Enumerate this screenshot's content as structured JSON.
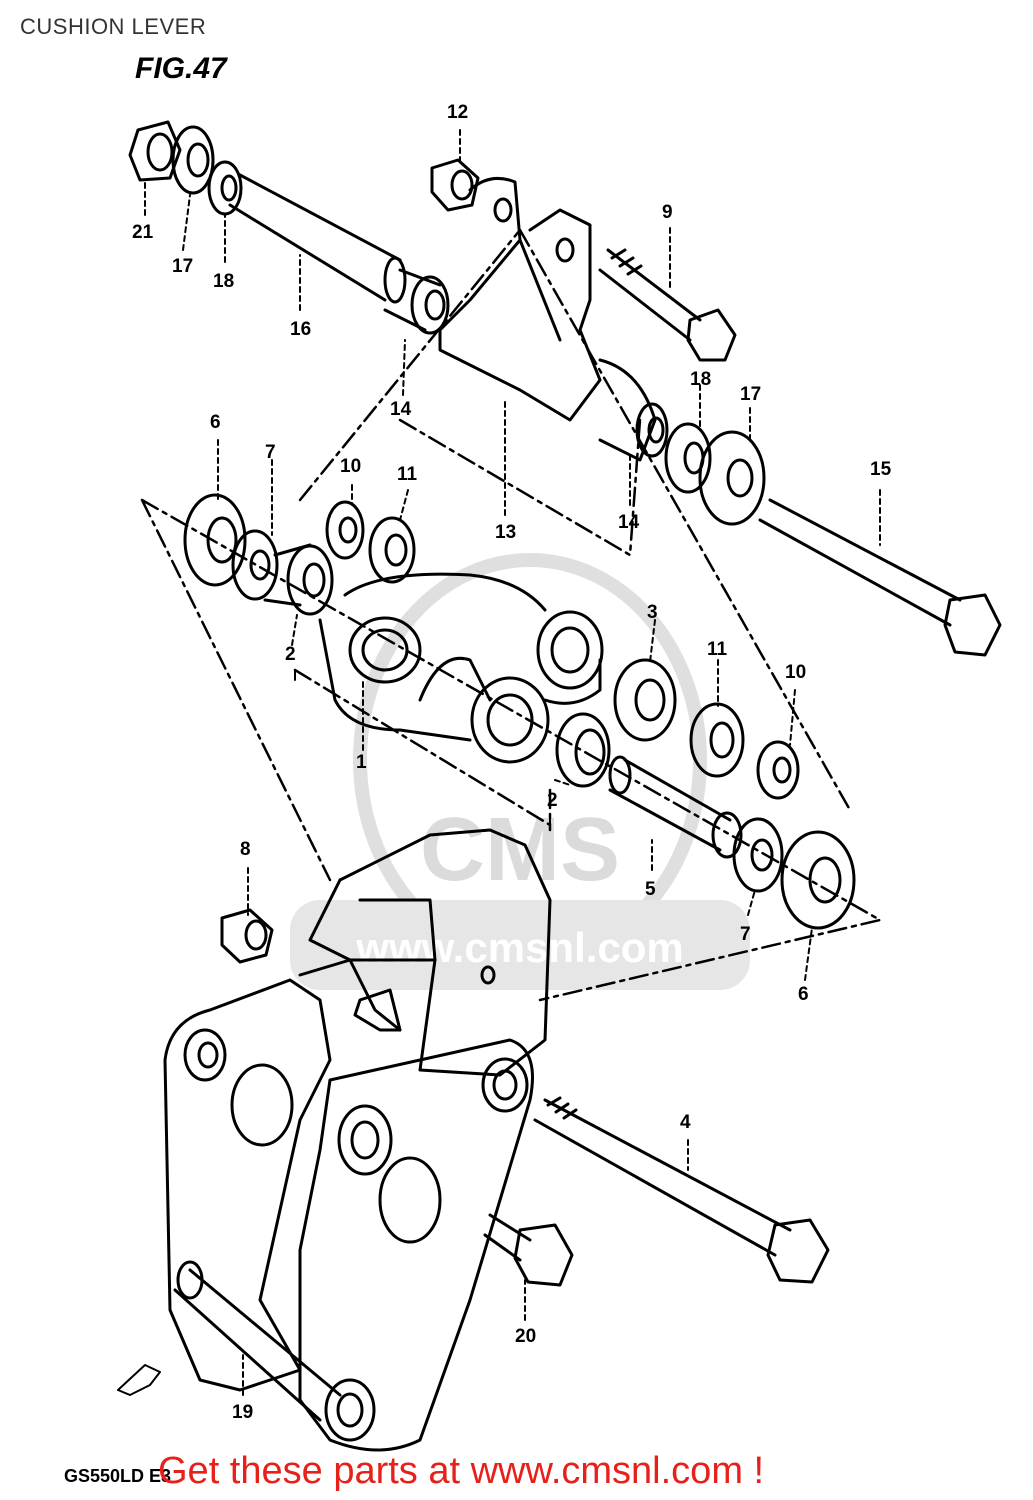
{
  "page": {
    "title": "CUSHION LEVER"
  },
  "figure": {
    "label": "FIG.47",
    "model_code": "GS550LD E3",
    "watermark_text": "www.cmsnl.com",
    "watermark_logo": "CMS"
  },
  "promo": {
    "text": "Get these parts at www.cmsnl.com !",
    "color": "#e8201a"
  },
  "parts": [
    {
      "id": "1",
      "label": "1"
    },
    {
      "id": "2a",
      "label": "2"
    },
    {
      "id": "2b",
      "label": "2"
    },
    {
      "id": "3",
      "label": "3"
    },
    {
      "id": "4",
      "label": "4"
    },
    {
      "id": "5",
      "label": "5"
    },
    {
      "id": "6a",
      "label": "6"
    },
    {
      "id": "6b",
      "label": "6"
    },
    {
      "id": "7a",
      "label": "7"
    },
    {
      "id": "7b",
      "label": "7"
    },
    {
      "id": "8",
      "label": "8"
    },
    {
      "id": "9",
      "label": "9"
    },
    {
      "id": "10a",
      "label": "10"
    },
    {
      "id": "10b",
      "label": "10"
    },
    {
      "id": "11a",
      "label": "11"
    },
    {
      "id": "11b",
      "label": "11"
    },
    {
      "id": "12",
      "label": "12"
    },
    {
      "id": "13",
      "label": "13"
    },
    {
      "id": "14a",
      "label": "14"
    },
    {
      "id": "14b",
      "label": "14"
    },
    {
      "id": "15",
      "label": "15"
    },
    {
      "id": "16",
      "label": "16"
    },
    {
      "id": "17a",
      "label": "17"
    },
    {
      "id": "17b",
      "label": "17"
    },
    {
      "id": "18a",
      "label": "18"
    },
    {
      "id": "18b",
      "label": "18"
    },
    {
      "id": "19",
      "label": "19"
    },
    {
      "id": "20",
      "label": "20"
    },
    {
      "id": "21",
      "label": "21"
    }
  ]
}
